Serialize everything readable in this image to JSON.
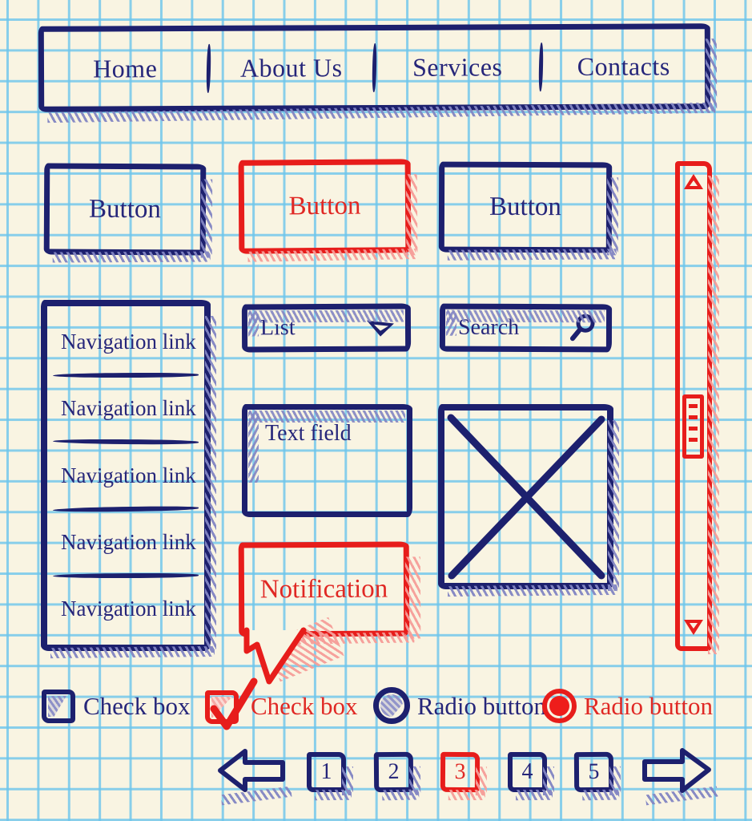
{
  "palette": {
    "navy": "#1d206e",
    "red": "#e71d1b",
    "paper": "#f9f4e2",
    "grid_blue": "#6cc5ec",
    "shadow_blue": "#8285c3",
    "shadow_pink": "#f69d98"
  },
  "navbar": {
    "items": [
      {
        "label": "Home"
      },
      {
        "label": "About Us"
      },
      {
        "label": "Services"
      },
      {
        "label": "Contacts"
      }
    ]
  },
  "buttons": [
    {
      "label": "Button",
      "style": "blue-outline"
    },
    {
      "label": "Button",
      "style": "red-outline"
    },
    {
      "label": "Button",
      "style": "blue-outline"
    }
  ],
  "nav_links": {
    "items": [
      {
        "label": "Navigation link"
      },
      {
        "label": "Navigation link"
      },
      {
        "label": "Navigation link"
      },
      {
        "label": "Navigation link"
      },
      {
        "label": "Navigation link"
      }
    ]
  },
  "list_dropdown": {
    "label": "List",
    "icon": "triangle-down-icon"
  },
  "search_field": {
    "label": "Search",
    "icon": "magnifier-icon"
  },
  "text_field": {
    "label": "Text field"
  },
  "image_placeholder": {
    "icon": "image-x-placeholder-icon"
  },
  "notification": {
    "label": "Notification"
  },
  "scrollbar": {
    "up_icon": "triangle-up-icon",
    "down_icon": "triangle-down-icon",
    "thumb": "scroll-thumb"
  },
  "checkboxes": [
    {
      "label": "Check box",
      "checked": false,
      "color": "blue"
    },
    {
      "label": "Check box",
      "checked": true,
      "color": "red"
    }
  ],
  "radio_buttons": [
    {
      "label": "Radio button",
      "selected": false,
      "color": "blue"
    },
    {
      "label": "Radio button",
      "selected": true,
      "color": "red"
    }
  ],
  "pagination": {
    "pages": [
      "1",
      "2",
      "3",
      "4",
      "5"
    ],
    "active_page": "3",
    "prev_icon": "arrow-left-icon",
    "next_icon": "arrow-right-icon"
  }
}
